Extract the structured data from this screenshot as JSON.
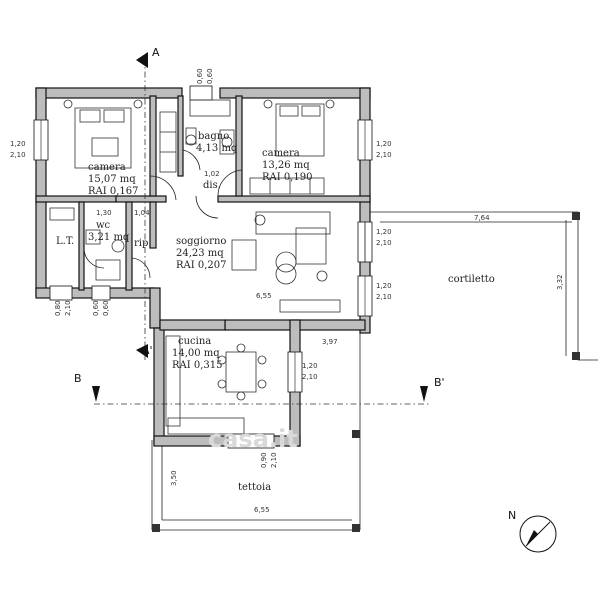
{
  "rooms": {
    "camera1": {
      "name": "camera",
      "area": "15,07 mq",
      "rai": "RAI 0,167"
    },
    "bagno": {
      "name": "bagno",
      "area": "4,13 mq"
    },
    "camera2": {
      "name": "camera",
      "area": "13,26 mq",
      "rai": "RAI 0,190"
    },
    "dis": {
      "name": "dis."
    },
    "lt": {
      "name": "L.T."
    },
    "wc": {
      "name": "wc",
      "area": "3,21 mq"
    },
    "rip": {
      "name": "rip."
    },
    "soggiorno": {
      "name": "soggiorno",
      "area": "24,23 mq",
      "rai": "RAI 0,207"
    },
    "cucina": {
      "name": "cucina",
      "area": "14,00 mq",
      "rai": "RAI 0,315"
    },
    "cortiletto": {
      "name": "cortiletto"
    },
    "tettoia": {
      "name": "tettoia"
    }
  },
  "sections": {
    "a_top": "A",
    "a_bottom": "A'",
    "b_left": "B",
    "b_right": "B'"
  },
  "north": "N",
  "dims": {
    "window_left": [
      "1,20",
      "2,10"
    ],
    "window_bagno": [
      "0,60",
      "0,60"
    ],
    "window_right1": [
      "1,20",
      "2,10"
    ],
    "window_right2": [
      "1,20",
      "2,10"
    ],
    "window_right3": [
      "1,20",
      "2,10"
    ],
    "window_bottom_lt": [
      "0,80",
      "2,10"
    ],
    "window_bottom_wc": [
      "0,60",
      "0,60"
    ],
    "window_cucina": [
      "1,20",
      "2,10"
    ],
    "door_cucina": [
      "0,90",
      "2,10"
    ],
    "cortiletto_width": "7,64",
    "cortiletto_depth": "3,32",
    "soggiorno_width": "6,55",
    "tettoia_width": "6,55",
    "tettoia_depth": "3,50",
    "cucina_width": "3,97",
    "wc_small": "1,30",
    "dis_small": "1,02",
    "rip_small": "1,04"
  },
  "watermark": "casa.it"
}
